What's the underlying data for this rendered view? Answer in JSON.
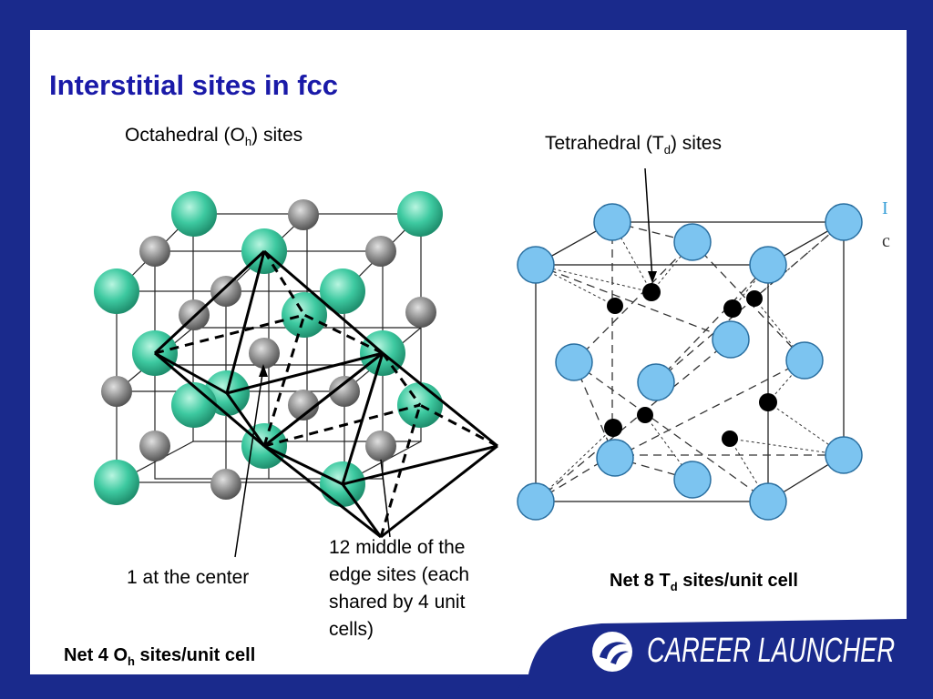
{
  "slide": {
    "title": "Interstitial sites in fcc",
    "colors": {
      "background": "#1a2a8c",
      "title": "#1a1aa8",
      "fcc_atom": "#3dc9a0",
      "interstitial_gray": "#8a8a8a",
      "td_atom": "#7cc4f0",
      "td_site": "#000000"
    }
  },
  "left": {
    "heading_pre": "Octahedral (O",
    "heading_sub": "h",
    "heading_post": ") sites",
    "center_label": "1 at the center",
    "edge_label_lines": [
      "12 middle of the",
      "edge sites (each",
      "shared by 4 unit",
      "cells)"
    ],
    "net_pre": "Net 4 O",
    "net_sub": "h",
    "net_post": " sites/unit cell"
  },
  "right": {
    "heading_pre": "Tetrahedral (T",
    "heading_sub": "d",
    "heading_post": ") sites",
    "net_pre": "Net 8 T",
    "net_sub": "d",
    "net_post": " sites/unit cell",
    "edge_fragment_1": "I",
    "edge_fragment_2": "c"
  },
  "logo": {
    "text": "CAREER LAUNCHER",
    "icon": "career-launcher-logo-icon"
  }
}
